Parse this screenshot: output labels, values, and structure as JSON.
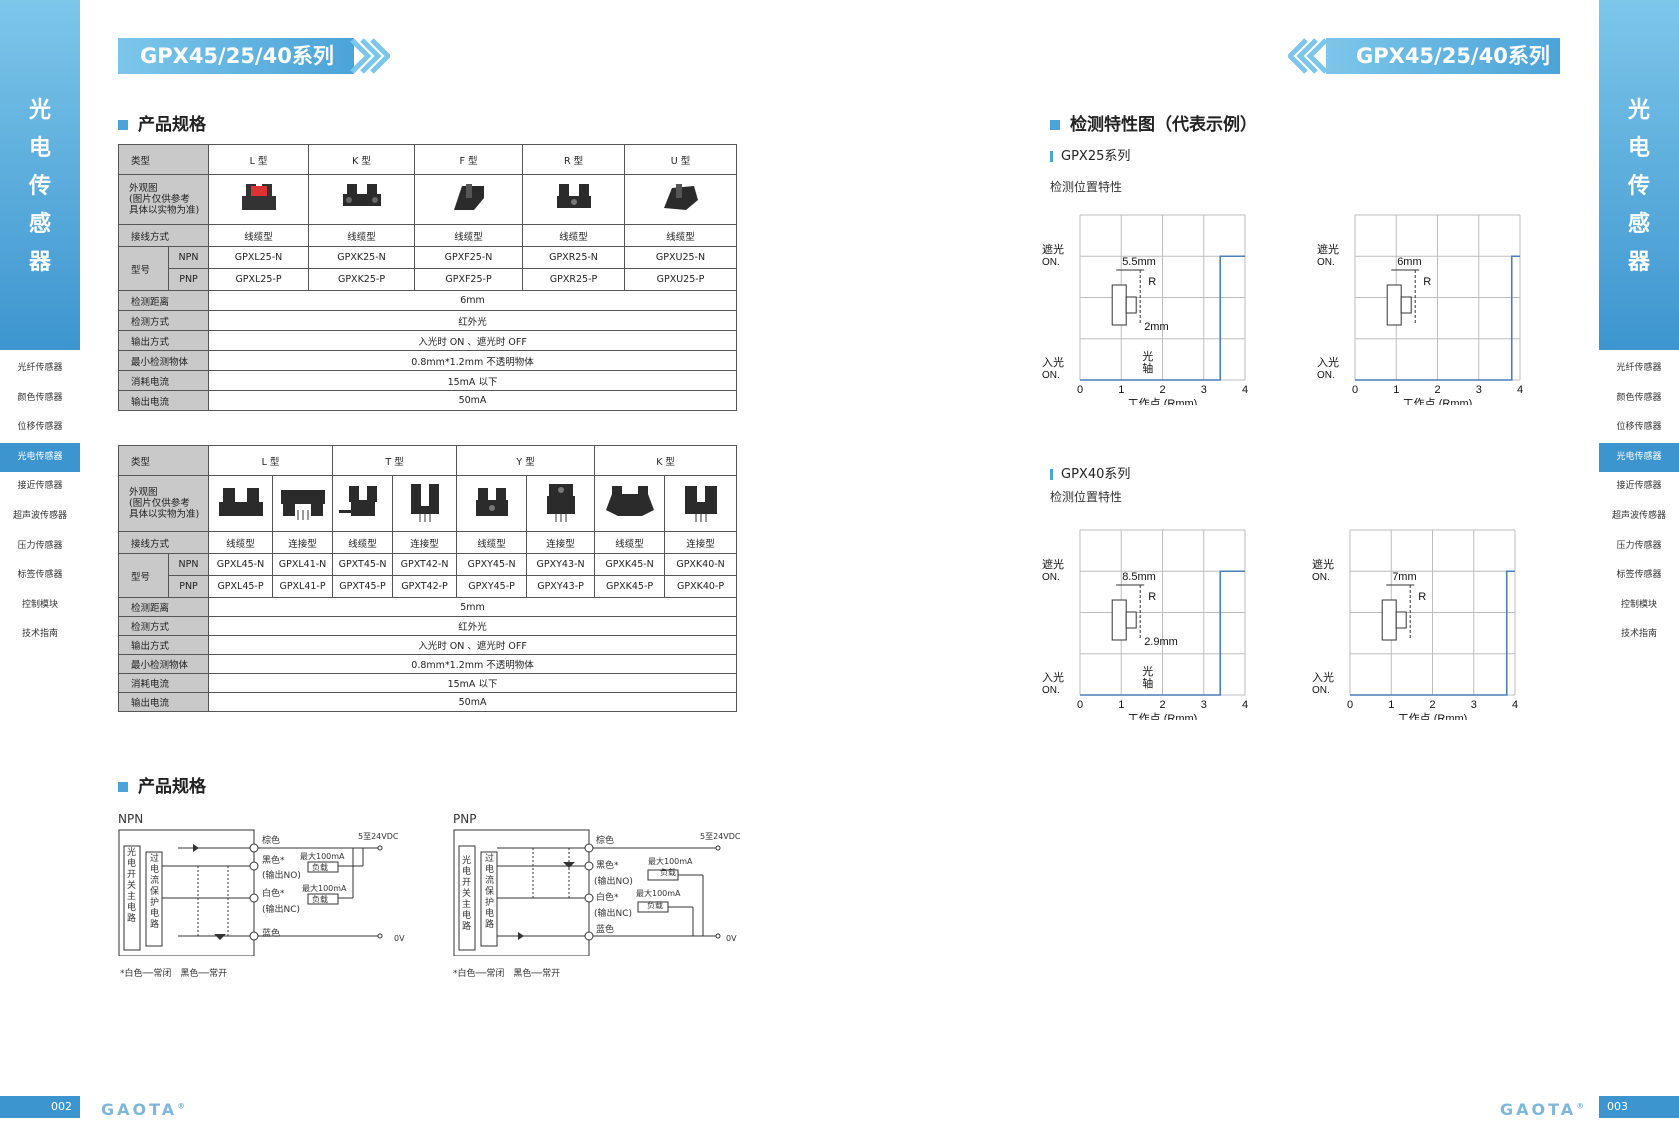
{
  "series_title": "GPX45/25/40系列",
  "sidebar": {
    "title_chars": [
      "光",
      "电",
      "传",
      "感",
      "器"
    ],
    "items": [
      "光纤传感器",
      "颜色传感器",
      "位移传感器",
      "光电传感器",
      "接近传感器",
      "超声波传感器",
      "压力传感器",
      "标签传感器",
      "控制模块",
      "技术指南"
    ],
    "active_index": 3
  },
  "left_page_number": "002",
  "right_page_number": "003",
  "logo_text": "GAOTA",
  "logo_mark": "®",
  "sec_spec": "产品规格",
  "sec_circuit": "产品规格",
  "sec_curve": "检测特性图（代表示例）",
  "table1": {
    "row_type": "类型",
    "types": [
      "L 型",
      "K 型",
      "F 型",
      "R 型",
      "U 型"
    ],
    "row_photo": "外观图\n(图片仅供参考\n具体以实物为准)",
    "row_wiring": "接线方式",
    "wiring": [
      "线缆型",
      "线缆型",
      "线缆型",
      "线缆型",
      "线缆型"
    ],
    "row_model": "型号",
    "npn": "NPN",
    "pnp": "PNP",
    "models_npn": [
      "GPXL25-N",
      "GPXK25-N",
      "GPXF25-N",
      "GPXR25-N",
      "GPXU25-N"
    ],
    "models_pnp": [
      "GPXL25-P",
      "GPXK25-P",
      "GPXF25-P",
      "GPXR25-P",
      "GPXU25-P"
    ],
    "rows": [
      {
        "label": "检测距离",
        "value": "6mm"
      },
      {
        "label": "检测方式",
        "value": "红外光"
      },
      {
        "label": "输出方式",
        "value": "入光时 ON 、遮光时 OFF"
      },
      {
        "label": "最小检测物体",
        "value": "0.8mm*1.2mm 不透明物体"
      },
      {
        "label": "消耗电流",
        "value": "15mA 以下"
      },
      {
        "label": "输出电流",
        "value": "50mA"
      }
    ]
  },
  "table2": {
    "row_type": "类型",
    "types": [
      "L 型",
      "T 型",
      "Y 型",
      "K 型"
    ],
    "row_photo": "外观图\n(图片仅供参考\n具体以实物为准)",
    "row_wiring": "接线方式",
    "wiring": [
      "线缆型",
      "连接型",
      "线缆型",
      "连接型",
      "线缆型",
      "连接型",
      "线缆型",
      "连接型"
    ],
    "row_model": "型号",
    "npn": "NPN",
    "pnp": "PNP",
    "models_npn": [
      "GPXL45-N",
      "GPXL41-N",
      "GPXT45-N",
      "GPXT42-N",
      "GPXY45-N",
      "GPXY43-N",
      "GPXK45-N",
      "GPXK40-N"
    ],
    "models_pnp": [
      "GPXL45-P",
      "GPXL41-P",
      "GPXT45-P",
      "GPXT42-P",
      "GPXY45-P",
      "GPXY43-P",
      "GPXK45-P",
      "GPXK40-P"
    ],
    "rows": [
      {
        "label": "检测距离",
        "value": "5mm"
      },
      {
        "label": "检测方式",
        "value": "红外光"
      },
      {
        "label": "输出方式",
        "value": "入光时 ON 、遮光时 OFF"
      },
      {
        "label": "最小检测物体",
        "value": "0.8mm*1.2mm 不透明物体"
      },
      {
        "label": "消耗电流",
        "value": "15mA 以下"
      },
      {
        "label": "输出电流",
        "value": "50mA"
      }
    ]
  },
  "circuit": {
    "npn_label": "NPN",
    "pnp_label": "PNP",
    "main_circuit": "光电开关主电路",
    "protect": "过电流保护电路",
    "brown": "棕色",
    "black": "黑色*",
    "white": "白色*",
    "blue": "蓝色",
    "out_no": "(输出NO)",
    "out_nc": "(输出NC)",
    "max": "最大100mA",
    "load": "负载",
    "voltage": "5至24VDC",
    "zero": "0V",
    "note": "*白色──常闭　黑色──常开"
  },
  "gpx25": {
    "title": "GPX25系列",
    "subtitle": "检测位置特性"
  },
  "gpx40": {
    "title": "GPX40系列",
    "subtitle": "检测位置特性"
  },
  "chart_data": [
    {
      "type": "line",
      "series_label": "GPX25系列",
      "x": [
        0,
        3.4,
        3.4,
        4
      ],
      "y": [
        "入光 ON.",
        "入光 ON.",
        "遮光 ON.",
        "遮光 ON."
      ],
      "xlabel": "工作点 (Rmm)",
      "xlim": [
        0,
        4
      ],
      "xticks": [
        "0",
        "1",
        "2",
        "3",
        "4"
      ],
      "y_top": "遮光\nON.",
      "y_bottom": "入光\nON.",
      "annotations": [
        "5.5mm",
        "R",
        "2mm",
        "光\n轴"
      ]
    },
    {
      "type": "line",
      "series_label": "GPX25系列",
      "x": [
        0,
        3.8,
        3.8,
        4
      ],
      "y": [
        "入光 ON.",
        "入光 ON.",
        "遮光 ON.",
        "遮光 ON."
      ],
      "xlabel": "工作点 (Rmm)",
      "xlim": [
        0,
        4
      ],
      "xticks": [
        "0",
        "1",
        "2",
        "3",
        "4"
      ],
      "y_top": "遮光\nON.",
      "y_bottom": "入光\nON.",
      "annotations": [
        "6mm",
        "R"
      ]
    },
    {
      "type": "line",
      "series_label": "GPX40系列",
      "x": [
        0,
        3.4,
        3.4,
        4
      ],
      "y": [
        "入光 ON.",
        "入光 ON.",
        "遮光 ON.",
        "遮光 ON."
      ],
      "xlabel": "工作点 (Rmm)",
      "xlim": [
        0,
        4
      ],
      "xticks": [
        "0",
        "1",
        "2",
        "3",
        "4"
      ],
      "y_top": "遮光\nON.",
      "y_bottom": "入光\nON.",
      "annotations": [
        "8.5mm",
        "R",
        "2.9mm",
        "光\n轴"
      ]
    },
    {
      "type": "line",
      "series_label": "GPX40系列",
      "x": [
        0,
        3.8,
        3.8,
        4
      ],
      "y": [
        "入光 ON.",
        "入光 ON.",
        "遮光 ON.",
        "遮光 ON."
      ],
      "xlabel": "工作点 (Rmm)",
      "xlim": [
        0,
        4
      ],
      "xticks": [
        "0",
        "1",
        "2",
        "3",
        "4"
      ],
      "y_top": "遮光\nON.",
      "y_bottom": "入光\nON.",
      "annotations": [
        "7mm",
        "R"
      ]
    }
  ],
  "colors": {
    "accent": "#4ba3d8",
    "accent_light": "#7cc6ea",
    "table_label": "#c9c9c9",
    "curve": "#4a7fb8"
  }
}
